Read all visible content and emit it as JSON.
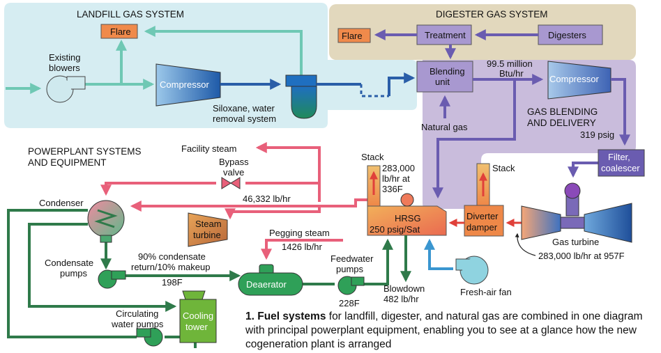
{
  "sections": {
    "landfill": "LANDFILL GAS SYSTEM",
    "digester": "DIGESTER GAS SYSTEM",
    "blending": [
      "GAS BLENDING",
      "AND DELIVERY"
    ],
    "powerplant": [
      "POWERPLANT SYSTEMS",
      "AND EQUIPMENT"
    ]
  },
  "landfill": {
    "flare": "Flare",
    "blowers": [
      "Existing",
      "blowers"
    ],
    "compressor": "Compressor",
    "siloxane": [
      "Siloxane, water",
      "removal system"
    ]
  },
  "digester": {
    "flare": "Flare",
    "treatment": "Treatment",
    "digesters": "Digesters"
  },
  "blending": {
    "unit": [
      "Blending",
      "unit"
    ],
    "flow": [
      "99.5 million",
      "Btu/hr"
    ],
    "compressor": "Compressor",
    "natural_gas": "Natural gas",
    "pressure": "319 psig",
    "filter": [
      "Filter,",
      "coalescer"
    ]
  },
  "plant": {
    "facility_steam": "Facility steam",
    "bypass": [
      "Bypass",
      "valve"
    ],
    "stack_hrsg": "Stack",
    "hrsg_flow": [
      "283,000",
      "lb/hr at",
      "336F"
    ],
    "stack_diverter": "Stack",
    "condenser": "Condenser",
    "flow_46332": "46,332 lb/hr",
    "steam_turbine": [
      "Steam",
      "turbine"
    ],
    "pegging": "Pegging steam",
    "pegging_flow": "1426 lb/hr",
    "hrsg": [
      "HRSG",
      "250 psig/Sat"
    ],
    "diverter": [
      "Diverter",
      "damper"
    ],
    "gas_turbine": "Gas turbine",
    "gt_flow": "283,000 lb/hr at 957F",
    "condensate_pumps": [
      "Condensate",
      "pumps"
    ],
    "return": [
      "90% condensate",
      "return/10% makeup"
    ],
    "temp_198": "198F",
    "deaerator": "Deaerator",
    "feedwater": [
      "Feedwater",
      "pumps"
    ],
    "temp_228": "228F",
    "blowdown": [
      "Blowdown",
      "482 lb/hr"
    ],
    "fresh_air": "Fresh-air fan",
    "circulating": [
      "Circulating",
      "water pumps"
    ],
    "cooling": [
      "Cooling",
      "tower"
    ]
  },
  "caption": {
    "lead": "1. Fuel systems",
    "text": " for landfill, digester, and natural gas are combined in one diagram with principal powerplant equipment, enabling you to see at a glance how the new cogeneration plant is arranged"
  },
  "colors": {
    "landfill_bg": "#d6edf2",
    "digester_bg": "#e2d8bd",
    "blending_bg": "#c9bcdc",
    "teal": "#6fc8b4",
    "blue": "#2a5ea8",
    "purple": "#6a5cb0",
    "pink": "#e8607a",
    "green": "#2f7a4a",
    "orange": "#ef8a3c",
    "flare": "#f08a4b",
    "lightblue": "#3a96d0"
  }
}
